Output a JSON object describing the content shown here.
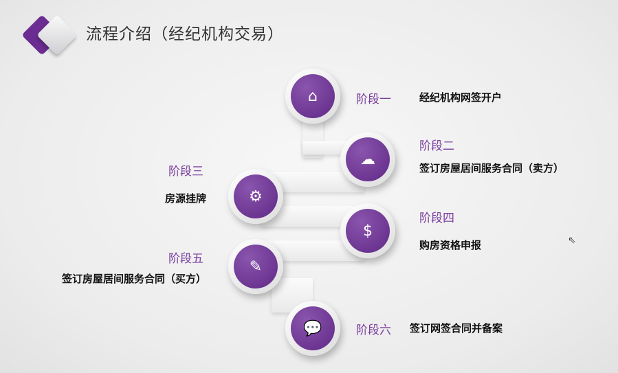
{
  "title": "流程介绍（经纪机构交易）",
  "accent": "#6b2d91",
  "stages": [
    {
      "label": "阶段一",
      "desc": "经纪机构网签开户",
      "icon": "home-icon"
    },
    {
      "label": "阶段二",
      "desc": "签订房屋居间服务合同（卖方）",
      "icon": "cloud-download-icon"
    },
    {
      "label": "阶段三",
      "desc": "房源挂牌",
      "icon": "gears-icon"
    },
    {
      "label": "阶段四",
      "desc": "购房资格申报",
      "icon": "dollar-bulb-icon"
    },
    {
      "label": "阶段五",
      "desc": "签订房屋居间服务合同（买方）",
      "icon": "edit-notes-icon"
    },
    {
      "label": "阶段六",
      "desc": "签订网签合同并备案",
      "icon": "chat-icon"
    }
  ]
}
